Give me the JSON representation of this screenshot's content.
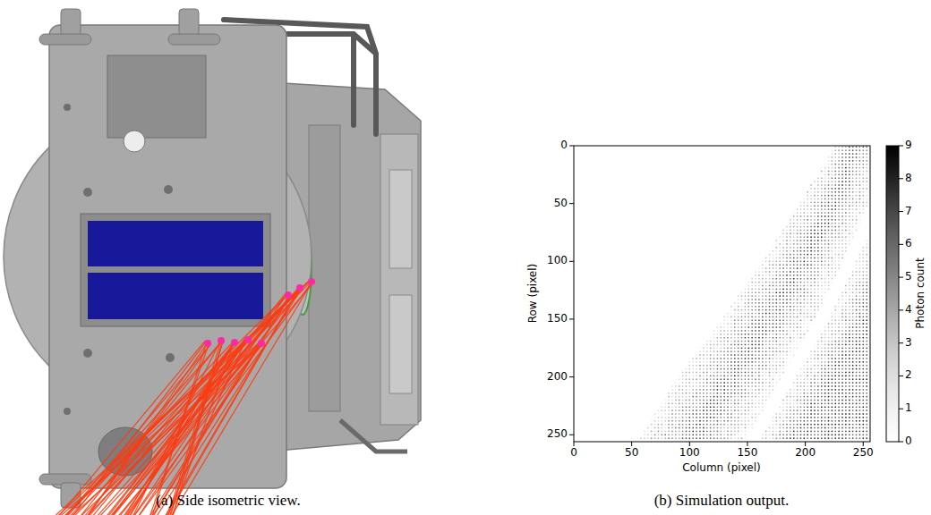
{
  "diagram": {
    "labels": [
      "(a) Side isometric view.",
      "(b) Simulation output.",
      "Row (pixel)",
      "Column (pixel)",
      "Photon count",
      "0",
      "50",
      "100",
      "150",
      "200",
      "250",
      "0",
      "50",
      "100",
      "150",
      "200",
      "250",
      "0",
      "1",
      "2",
      "3",
      "4",
      "5",
      "6",
      "7",
      "8",
      "9"
    ]
  }
}
